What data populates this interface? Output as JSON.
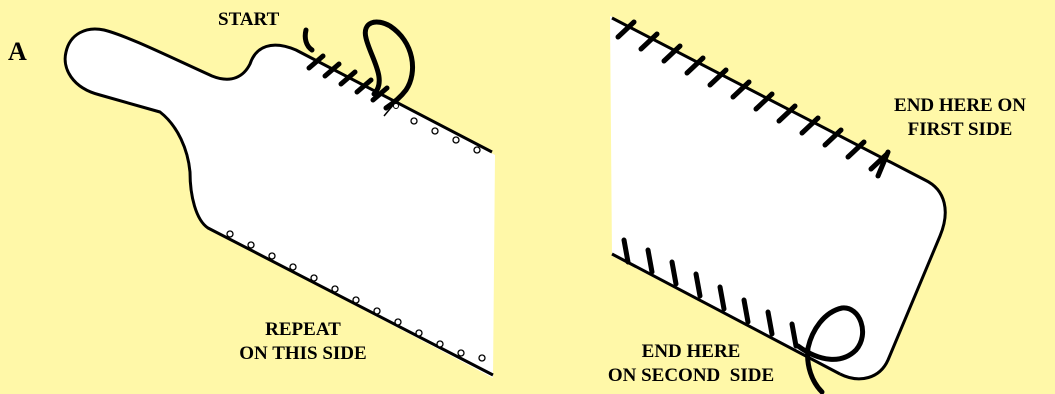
{
  "labels": {
    "panel": "A",
    "start": "START",
    "repeat_line1": "REPEAT",
    "repeat_line2": "ON THIS SIDE",
    "end_first_line1": "END HERE ON",
    "end_first_line2": "FIRST SIDE",
    "end_second_line1": "END HERE",
    "end_second_line2": "ON SECOND  SIDE"
  },
  "colors": {
    "background": "#fff8a8",
    "board": "#ffffff",
    "stroke": "#000000"
  }
}
